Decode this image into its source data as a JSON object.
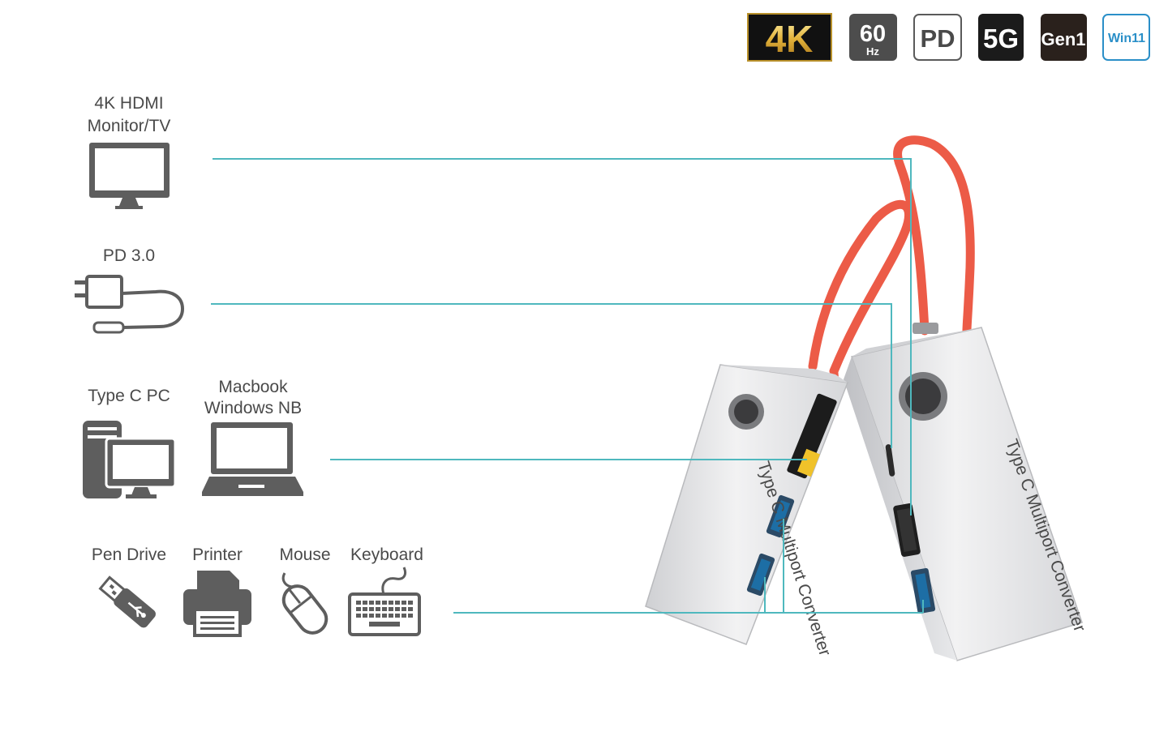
{
  "badges": {
    "k4": "4K",
    "hz_num": "60",
    "hz_unit": "Hz",
    "pd": "PD",
    "g5": "5G",
    "gen1": "Gen1",
    "win11": "Win11"
  },
  "devices": {
    "hdmi_line1": "4K HDMI",
    "hdmi_line2": "Monitor/TV",
    "pd": "PD 3.0",
    "typec_pc": "Type C PC",
    "macbook_line1": "Macbook",
    "macbook_line2": "Windows NB",
    "pen_drive": "Pen Drive",
    "printer": "Printer",
    "mouse": "Mouse",
    "keyboard": "Keyboard"
  },
  "product": {
    "label_front": "Type C Multiport Converter",
    "label_back": "Type C Multiport Converter"
  },
  "colors": {
    "connector_line": "#4fb8be",
    "cable": "#ec5b47",
    "icon": "#5e5e5e",
    "hub_body": "#e4e5e7",
    "win11": "#2a8fc8"
  }
}
